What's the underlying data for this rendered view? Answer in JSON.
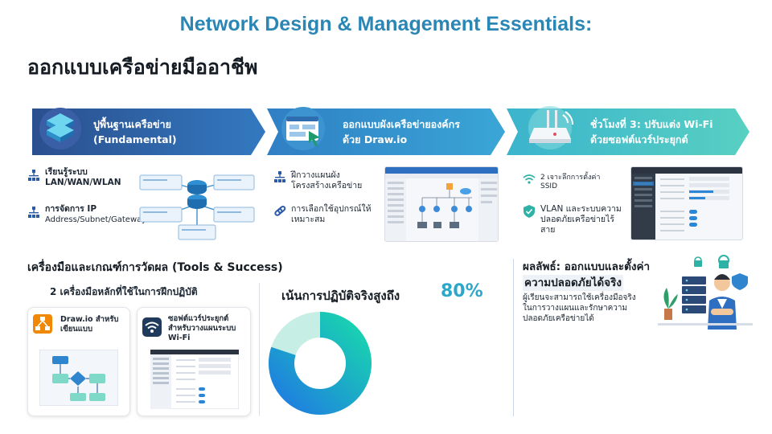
{
  "title": "Network Design & Management Essentials:",
  "subtitle": "ออกแบบเครือข่ายมืออาชีพ",
  "colors": {
    "title": "#2a86b5",
    "chevron_dark": "#2a4f8e",
    "chevron_mid": "#2f84c4",
    "chevron_light": "#44c0c4",
    "accent": "#2aa7c9"
  },
  "steps": [
    {
      "icon": "server-stack-icon",
      "label_line1": "ปูพื้นฐานเครือข่าย",
      "label_line2": "(Fundamental)",
      "bullets": [
        {
          "icon": "network-tree-icon",
          "title": "เรียนรู้ระบบ LAN/WAN/WLAN",
          "detail": ""
        },
        {
          "icon": "network-tree-icon",
          "title": "การจัดการ IP",
          "detail": "Address/Subnet/Gateway"
        }
      ]
    },
    {
      "icon": "browser-cursor-icon",
      "label_line1": "ออกแบบผังเครือข่ายองค์กร",
      "label_line2": "ด้วย Draw.io",
      "bullets": [
        {
          "icon": "network-tree-icon",
          "title": "ฝึกวางแผนผังโครงสร้างเครือข่าย"
        },
        {
          "icon": "link-icon",
          "title": "การเลือกใช้อุปกรณ์ให้เหมาะสม"
        }
      ]
    },
    {
      "icon": "wifi-router-icon",
      "label_line1": "ชั่วโมงที่ 3: ปรับแต่ง Wi-Fi",
      "label_line2": "ด้วยซอฟต์แวร์ประยุกต์",
      "bullets": [
        {
          "icon": "wifi-icon",
          "title": "2 เจาะลึกการตั้งค่า SSID"
        },
        {
          "icon": "shield-check-icon",
          "title": "VLAN และระบบความปลอดภัยเครือข่ายไร้สาย"
        }
      ]
    }
  ],
  "tools": {
    "heading": "เครื่องมือและเกณฑ์การวัดผล (Tools & Success)",
    "subheading": "2 เครื่องมือหลักที่ใช้ในการฝึกปฏิบัติ",
    "items": [
      {
        "icon": "drawio-icon",
        "label": "Draw.io สำหรับเขียนแบบ"
      },
      {
        "icon": "wifi-app-icon",
        "label": "ซอฟต์แวร์ประยุกต์สำหรับวางแผนระบบ Wi-Fi"
      }
    ]
  },
  "metric": {
    "label": "เน้นการปฏิบัติจริงสูงถึง",
    "value_text": "80%",
    "value": 80,
    "colors": [
      "#1f7fe0",
      "#19d3b0",
      "#c6eee4"
    ]
  },
  "result": {
    "title_line1": "ผลลัพธ์: ออกแบบและตั้งค่า",
    "title_line2": "ความปลอดภัยได้จริง",
    "body": "ผู้เรียนจะสามารถใช้เครื่องมือจริงในการวางแผนและรักษาความปลอดภัยเครือข่ายได้"
  }
}
